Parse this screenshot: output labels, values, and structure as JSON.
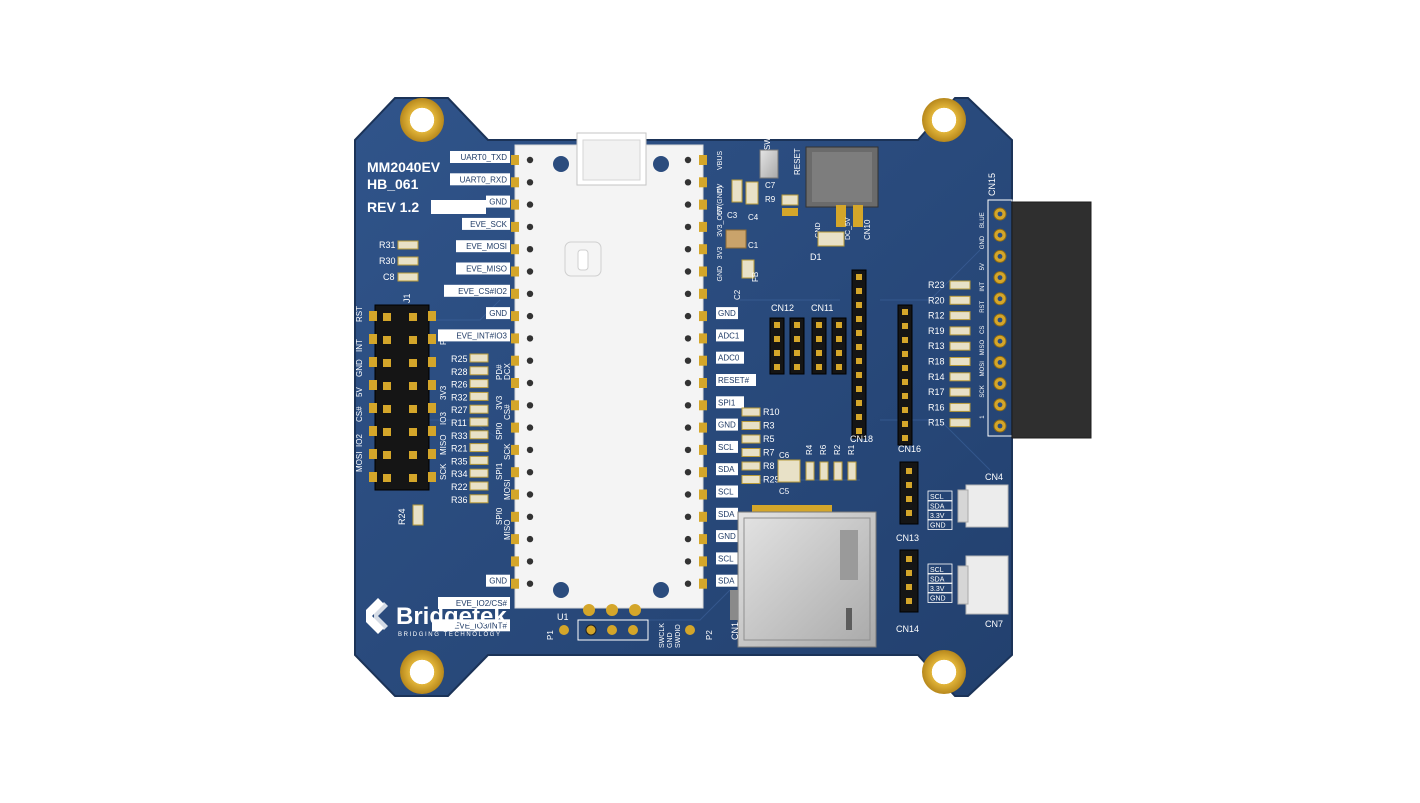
{
  "board": {
    "title_line1": "MM2040EV",
    "title_line2": "HB_061",
    "revision": "REV 1.2",
    "logo_text": "Bridgetek",
    "logo_tagline": "BRIDGING TECHNOLOGY",
    "colors": {
      "pcb": "#2b4c7e",
      "pcb_dark": "#1f3b66",
      "silk": "#ffffff",
      "gold": "#d4a62a",
      "header_black": "#151515"
    }
  },
  "left_signals": [
    "UART0_TXD",
    "UART0_RXD",
    "GND",
    "EVE_SCK",
    "EVE_MOSI",
    "EVE_MISO",
    "EVE_CS#IO2",
    "GND",
    "EVE_INT#IO3",
    "",
    "",
    "",
    "",
    "",
    "",
    "",
    "",
    "",
    "",
    "GND",
    "EVE_IO2/CS#",
    "EVE_IO3/INT#"
  ],
  "right_signals": [
    "VBUS",
    "5V",
    "5V(GND)",
    "3V3_OUT",
    "3V3",
    "GND",
    "",
    "GND",
    "ADC1",
    "ADC0",
    "RESET#",
    "SPI1",
    "GND",
    "SCL",
    "SDA",
    "SCL",
    "SDA",
    "GND",
    "SCL",
    "SDA"
  ],
  "resistors_left": [
    "R31",
    "R30",
    "C8"
  ],
  "resistors_mid": [
    "R25",
    "R28",
    "R26",
    "R32",
    "R27",
    "R11",
    "R33",
    "R21",
    "R35",
    "R34",
    "R22",
    "R36"
  ],
  "resistors_center": [
    "R10",
    "R3",
    "R5",
    "R7",
    "R8",
    "R29"
  ],
  "resistors_right": [
    "R23",
    "R20",
    "R12",
    "R19",
    "R13",
    "R18",
    "R14",
    "R17",
    "R16",
    "R15"
  ],
  "components": {
    "j1": "J1",
    "r24": "R24",
    "u1": "U1",
    "p1": "P1",
    "p2": "P2",
    "cn1": "CN1",
    "cn4": "CN4",
    "cn7": "CN7",
    "cn10": "CN10",
    "cn11": "CN11",
    "cn12": "CN12",
    "cn13": "CN13",
    "cn14": "CN14",
    "cn15": "CN15",
    "cn16": "CN16",
    "cn18": "CN18",
    "d1": "D1",
    "fb": "FB",
    "c5": "C5",
    "c6": "C6",
    "sw1": "SW1",
    "reset": "RESET",
    "caps": [
      "C3",
      "C4",
      "C2",
      "C1",
      "C7",
      "R9"
    ],
    "small_r": [
      "R4",
      "R6",
      "R2",
      "R1"
    ]
  },
  "swd_labels": [
    "SWCLK",
    "GND",
    "SWDIO"
  ],
  "i2c_labels": [
    "SCL",
    "SDA",
    "3.3V",
    "GND"
  ],
  "cn15_labels": [
    "BLUE",
    "GND",
    "5V",
    "INT",
    "RST",
    "CS",
    "MISO",
    "MOSI",
    "SCK",
    "1"
  ]
}
